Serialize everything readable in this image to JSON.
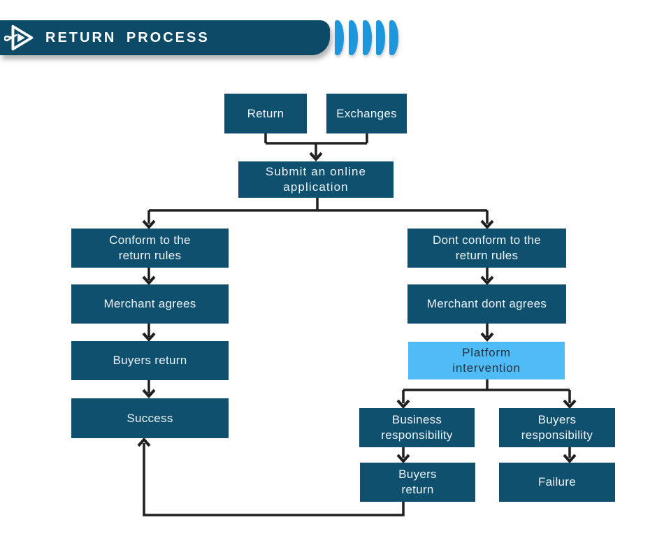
{
  "header": {
    "title": "RETURN PROCESS",
    "bar_color": "#0D4A68",
    "chevron_color": "#1E96DC",
    "chevron_count": 5,
    "logo_icon": "play-triangle-wrench-icon"
  },
  "flowchart": {
    "colors": {
      "node_fill": "#10506F",
      "node_text": "#ECF3F8",
      "highlight_fill": "#4FBBF7",
      "highlight_text": "#233240",
      "connector": "#1F1F1F"
    },
    "nodes": [
      {
        "id": "return",
        "label": "Return"
      },
      {
        "id": "exchanges",
        "label": "Exchanges"
      },
      {
        "id": "submit",
        "label": "Submit an online\napplication"
      },
      {
        "id": "conform",
        "label": "Conform to the\nreturn rules"
      },
      {
        "id": "merchant-agrees",
        "label": "Merchant agrees"
      },
      {
        "id": "buyers-return",
        "label": "Buyers return"
      },
      {
        "id": "success",
        "label": "Success"
      },
      {
        "id": "dont-conform",
        "label": "Dont conform to the\nreturn rules"
      },
      {
        "id": "merchant-dont-agrees",
        "label": "Merchant dont agrees"
      },
      {
        "id": "platform-intervention",
        "label": "Platform\nintervention",
        "highlight": true
      },
      {
        "id": "business-responsibility",
        "label": "Business\nresponsibility"
      },
      {
        "id": "buyers-responsibility",
        "label": "Buyers\nresponsibility"
      },
      {
        "id": "buyers-return-2",
        "label": "Buyers\nreturn"
      },
      {
        "id": "failure",
        "label": "Failure"
      }
    ],
    "edges": [
      {
        "from": "return",
        "to": "submit"
      },
      {
        "from": "exchanges",
        "to": "submit"
      },
      {
        "from": "submit",
        "to": "conform"
      },
      {
        "from": "submit",
        "to": "dont-conform"
      },
      {
        "from": "conform",
        "to": "merchant-agrees"
      },
      {
        "from": "merchant-agrees",
        "to": "buyers-return"
      },
      {
        "from": "buyers-return",
        "to": "success"
      },
      {
        "from": "dont-conform",
        "to": "merchant-dont-agrees"
      },
      {
        "from": "merchant-dont-agrees",
        "to": "platform-intervention"
      },
      {
        "from": "platform-intervention",
        "to": "business-responsibility"
      },
      {
        "from": "platform-intervention",
        "to": "buyers-responsibility"
      },
      {
        "from": "business-responsibility",
        "to": "buyers-return-2"
      },
      {
        "from": "buyers-responsibility",
        "to": "failure"
      },
      {
        "from": "buyers-return-2",
        "to": "success"
      }
    ]
  }
}
